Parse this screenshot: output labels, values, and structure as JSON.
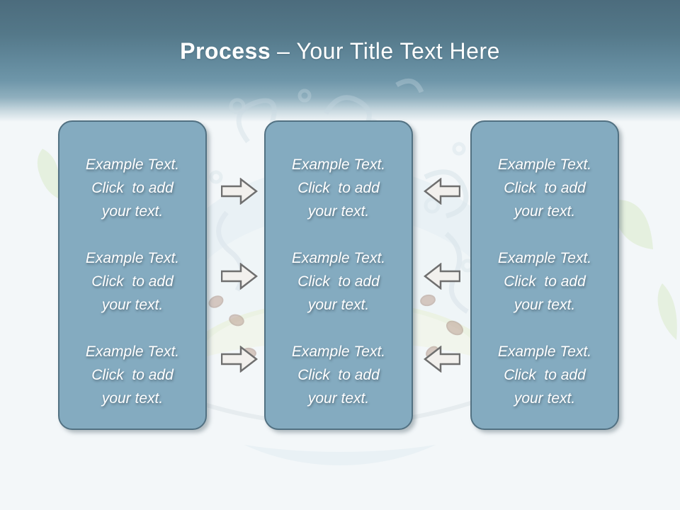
{
  "slide": {
    "title": {
      "emphasis": "Process",
      "separator": "–",
      "text": "Your Title Text Here"
    },
    "columns": [
      {
        "id": "left",
        "items": [
          "Example Text.\nClick  to add\nyour text.",
          "Example Text.\nClick  to add\nyour text.",
          "Example Text.\nClick  to add\nyour text."
        ]
      },
      {
        "id": "middle",
        "items": [
          "Example Text.\nClick  to add\nyour text.",
          "Example Text.\nClick  to add\nyour text.",
          "Example Text.\nClick  to add\nyour text."
        ]
      },
      {
        "id": "right",
        "items": [
          "Example Text.\nClick  to add\nyour text.",
          "Example Text.\nClick  to add\nyour text.",
          "Example Text.\nClick  to add\nyour text."
        ]
      }
    ],
    "connectors": [
      {
        "between": "left-to-middle",
        "direction": "right",
        "count": 3
      },
      {
        "between": "right-to-middle",
        "direction": "left",
        "count": 3
      }
    ],
    "background": {
      "watermark": "watermelon-water-splash"
    },
    "colors": {
      "header_gradient_top": "#4C6C7D",
      "header_gradient_mid": "#6E96A9",
      "page_background": "#F3F7F9",
      "box_fill": "#84ABC0",
      "box_border": "#527182",
      "box_text": "#FFFFFF",
      "arrow_fill": "#F2F0ED",
      "arrow_stroke": "#6F6F6F",
      "title_color": "#FFFFFF"
    }
  }
}
